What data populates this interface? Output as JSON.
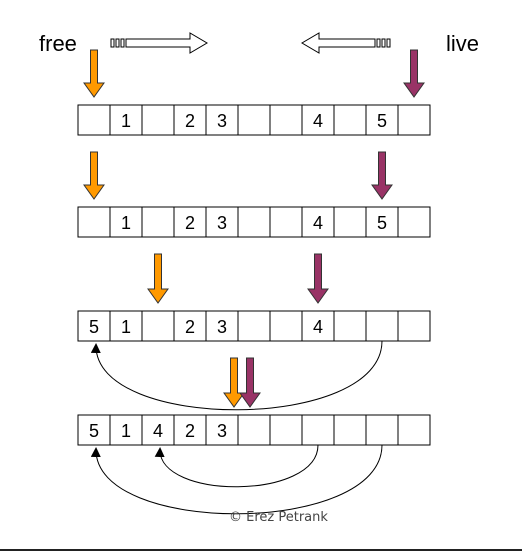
{
  "labels": {
    "free": "free",
    "live": "live",
    "credit": "© Erez Petrank"
  },
  "colors": {
    "free_arrow": "#ff9900",
    "live_arrow": "#993366",
    "cell_border": "#000000",
    "background": "#ffffff"
  },
  "rows": [
    {
      "cells": [
        "",
        "1",
        "",
        "2",
        "3",
        "",
        "",
        "4",
        "",
        "5",
        ""
      ],
      "free_pointer": 0,
      "live_pointer": 10
    },
    {
      "cells": [
        "",
        "1",
        "",
        "2",
        "3",
        "",
        "",
        "4",
        "",
        "5",
        ""
      ],
      "free_pointer": 0,
      "live_pointer": 9
    },
    {
      "cells": [
        "5",
        "1",
        "",
        "2",
        "3",
        "",
        "",
        "4",
        "",
        "",
        ""
      ],
      "free_pointer": 2,
      "live_pointer": 7
    },
    {
      "cells": [
        "5",
        "1",
        "4",
        "2",
        "3",
        "",
        "",
        "",
        "",
        "",
        ""
      ],
      "free_pointer": 5,
      "live_pointer": 6
    }
  ],
  "moves": [
    {
      "row": 2,
      "from": 9,
      "to": 0
    },
    {
      "row": 3,
      "from": 7,
      "to": 2
    },
    {
      "row": 3,
      "from": 9,
      "to": 0
    }
  ]
}
